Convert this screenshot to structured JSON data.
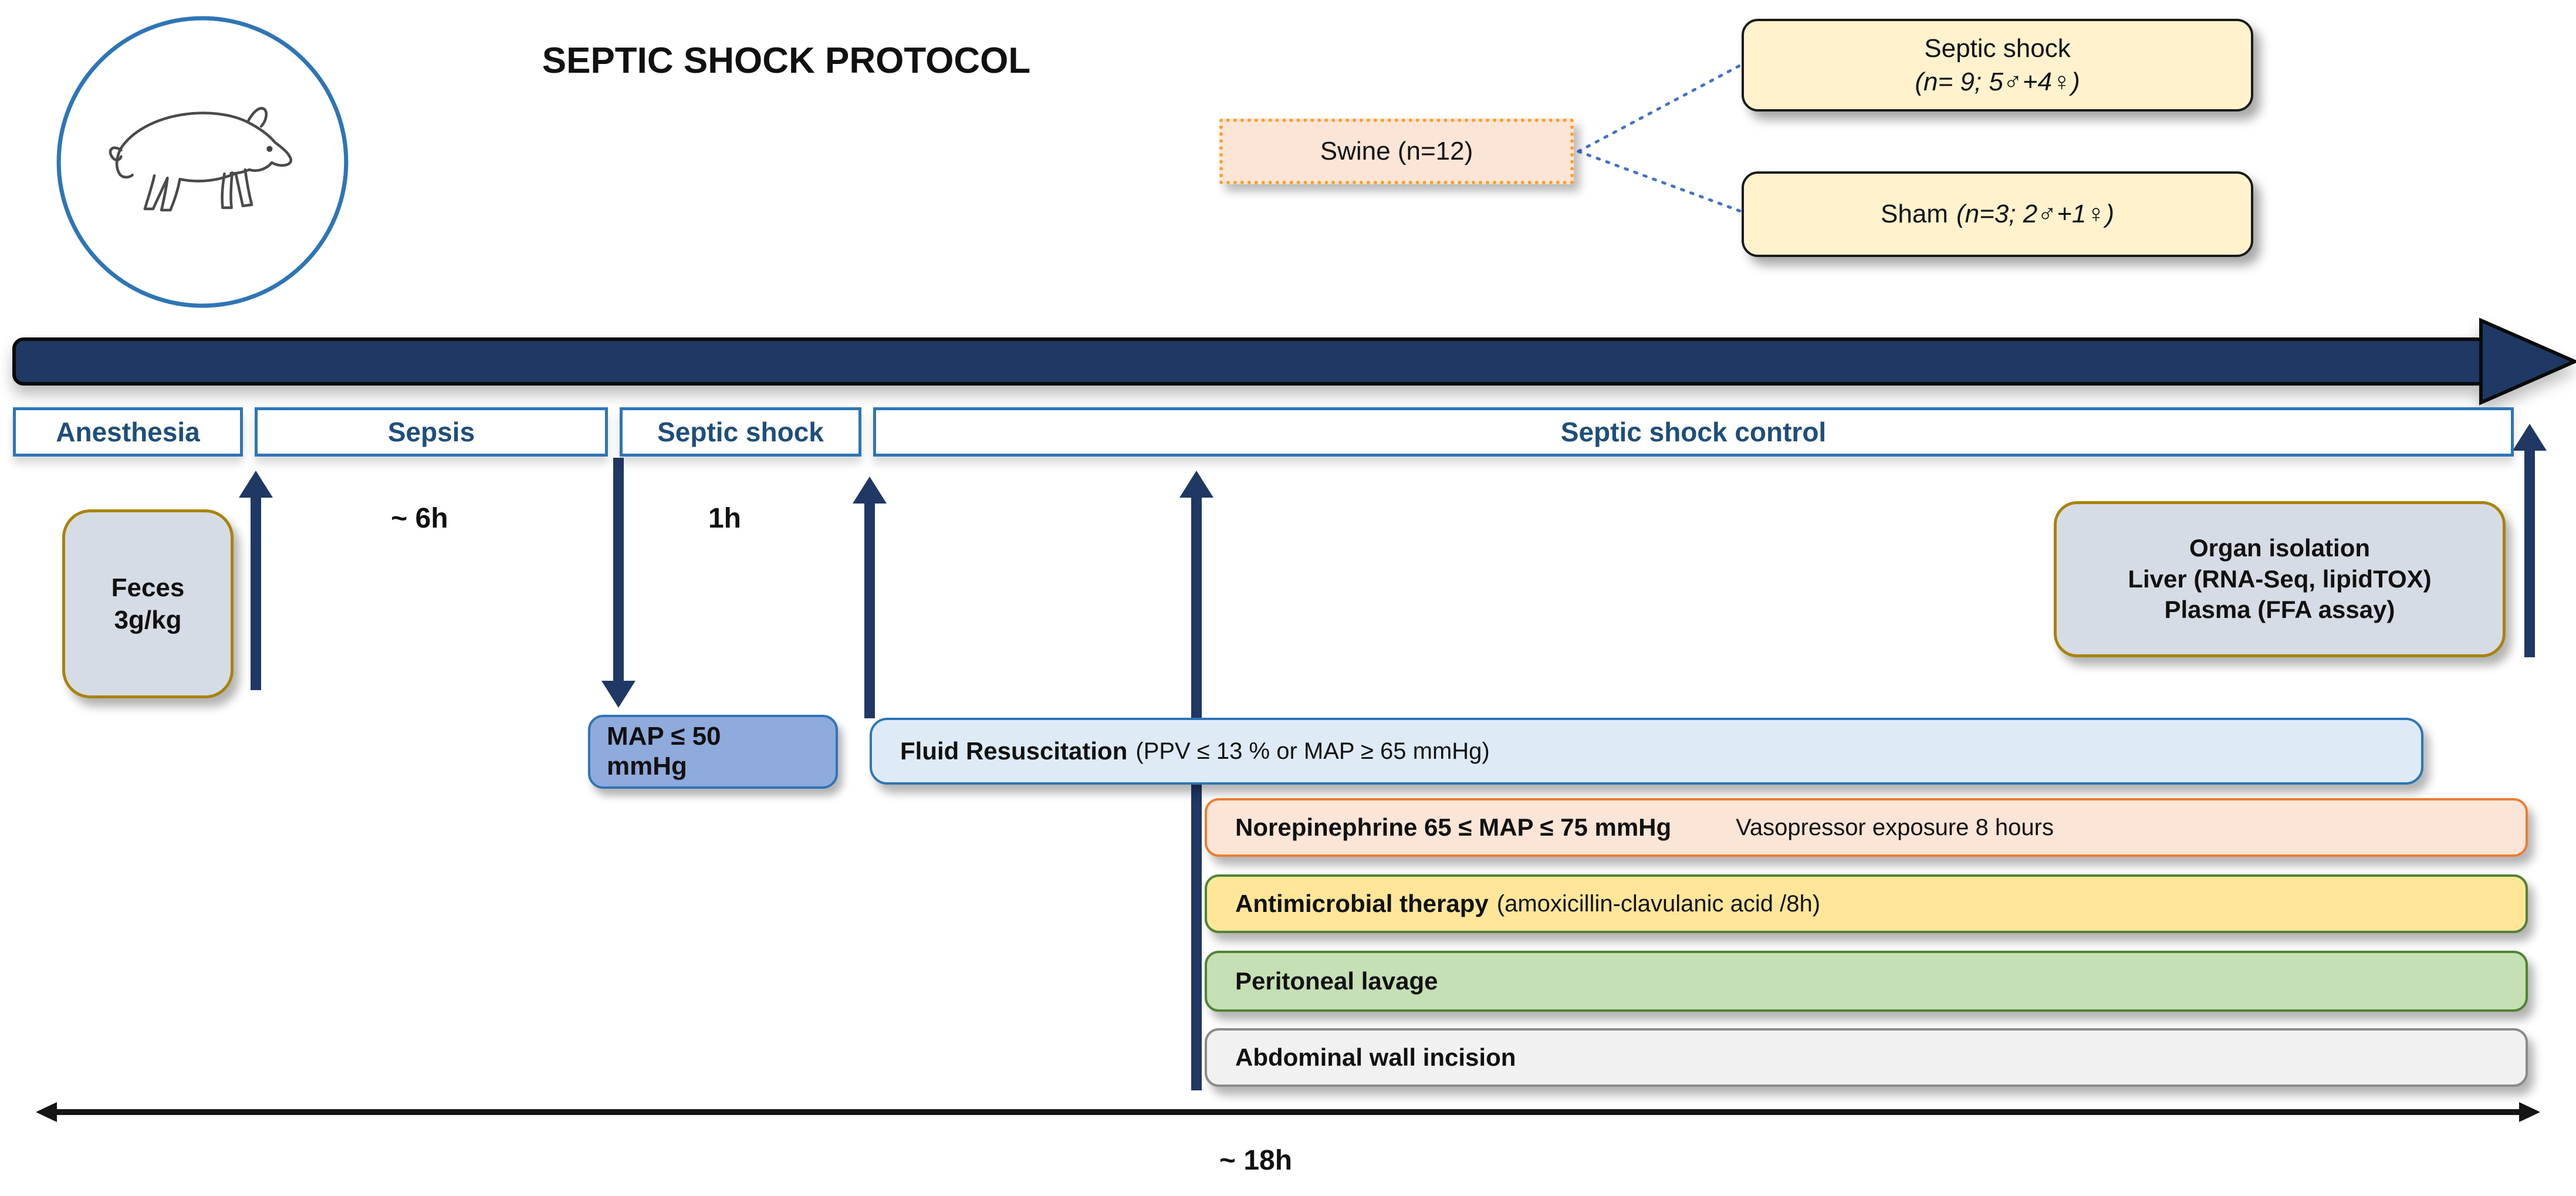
{
  "title": "SEPTIC SHOCK PROTOCOL",
  "cohort": {
    "swine": "Swine (n=12)",
    "septic_group": {
      "name": "Septic shock",
      "detail": "(n= 9; 5♂+4♀)"
    },
    "sham_group": {
      "name": "Sham",
      "detail": "(n=3; 2♂+1♀)"
    }
  },
  "phases": [
    {
      "label": "Anesthesia"
    },
    {
      "label": "Sepsis",
      "duration": "~ 6h"
    },
    {
      "label": "Septic shock",
      "duration": "1h"
    },
    {
      "label": "Septic shock control"
    }
  ],
  "events": {
    "feces": {
      "line1": "Feces",
      "line2": "3g/kg"
    },
    "map_trigger": {
      "line1": "MAP ≤ 50",
      "line2": "mmHg"
    },
    "organ_isolation": {
      "line1": "Organ isolation",
      "line2": "Liver (RNA-Seq, lipidTOX)",
      "line3": "Plasma (FFA assay)"
    }
  },
  "interventions": [
    {
      "bold": "Fluid Resuscitation",
      "note": "(PPV ≤ 13 % or MAP ≥ 65 mmHg)"
    },
    {
      "bold": "Norepinephrine 65 ≤ MAP ≤ 75 mmHg",
      "note": "Vasopressor exposure 8 hours"
    },
    {
      "bold": "Antimicrobial therapy",
      "note": "(amoxicillin-clavulanic acid /8h)"
    },
    {
      "bold": "Peritoneal lavage",
      "note": ""
    },
    {
      "bold": "Abdominal wall incision",
      "note": ""
    }
  ],
  "timeline": {
    "total_duration": "~ 18h"
  },
  "colors": {
    "navy": "#1F3864",
    "phase_border": "#2E75B6",
    "phase_text": "#1F4E79",
    "gray_fill": "#D6DCE5",
    "gold_border": "#A98307",
    "map_fill": "#8FAADC",
    "fluid_fill": "#DEEBF7",
    "peach_fill": "#FBE5D6",
    "orange_border": "#ED7D31",
    "yellow_fill": "#FFE699",
    "green_fill": "#C5E0B4",
    "green_border": "#538135",
    "cream_fill": "#FFF2CC",
    "swine_border": "#FF9E2C",
    "connector_blue": "#4472C4"
  }
}
